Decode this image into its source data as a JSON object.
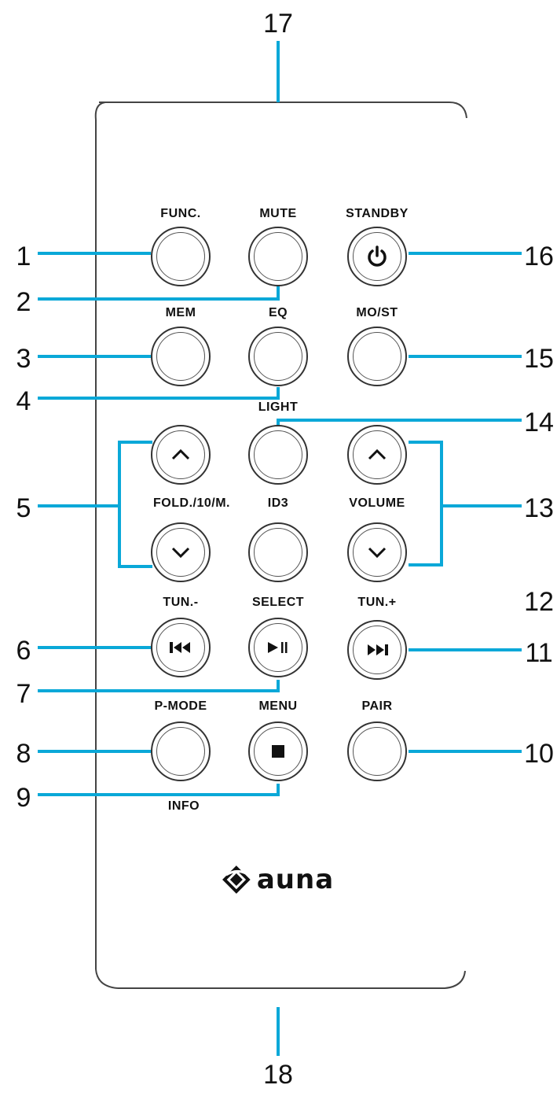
{
  "accent_color": "#0aa8d8",
  "brand": {
    "name": "auna",
    "logo_icon": "diamond-swoosh-logo"
  },
  "callouts": [
    "1",
    "2",
    "3",
    "4",
    "5",
    "6",
    "7",
    "8",
    "9",
    "10",
    "11",
    "12",
    "13",
    "14",
    "15",
    "16",
    "17",
    "18"
  ],
  "labels": {
    "func": "FUNC.",
    "mute": "MUTE",
    "standby": "STANDBY",
    "mem": "MEM",
    "eq": "EQ",
    "most": "MO/ST",
    "light": "LIGHT",
    "fold": "FOLD./10/M.",
    "id3": "ID3",
    "volume": "VOLUME",
    "tun_minus": "TUN.-",
    "select": "SELECT",
    "tun_plus": "TUN.+",
    "pmode": "P-MODE",
    "menu": "MENU",
    "pair": "PAIR",
    "info": "INFO"
  },
  "icons": {
    "standby": "power-icon",
    "fold_up": "chevron-up-icon",
    "fold_down": "chevron-down-icon",
    "vol_up": "chevron-up-icon",
    "vol_down": "chevron-down-icon",
    "prev": "skip-back-icon",
    "play": "play-pause-icon",
    "next": "skip-forward-icon",
    "stop": "stop-icon"
  }
}
